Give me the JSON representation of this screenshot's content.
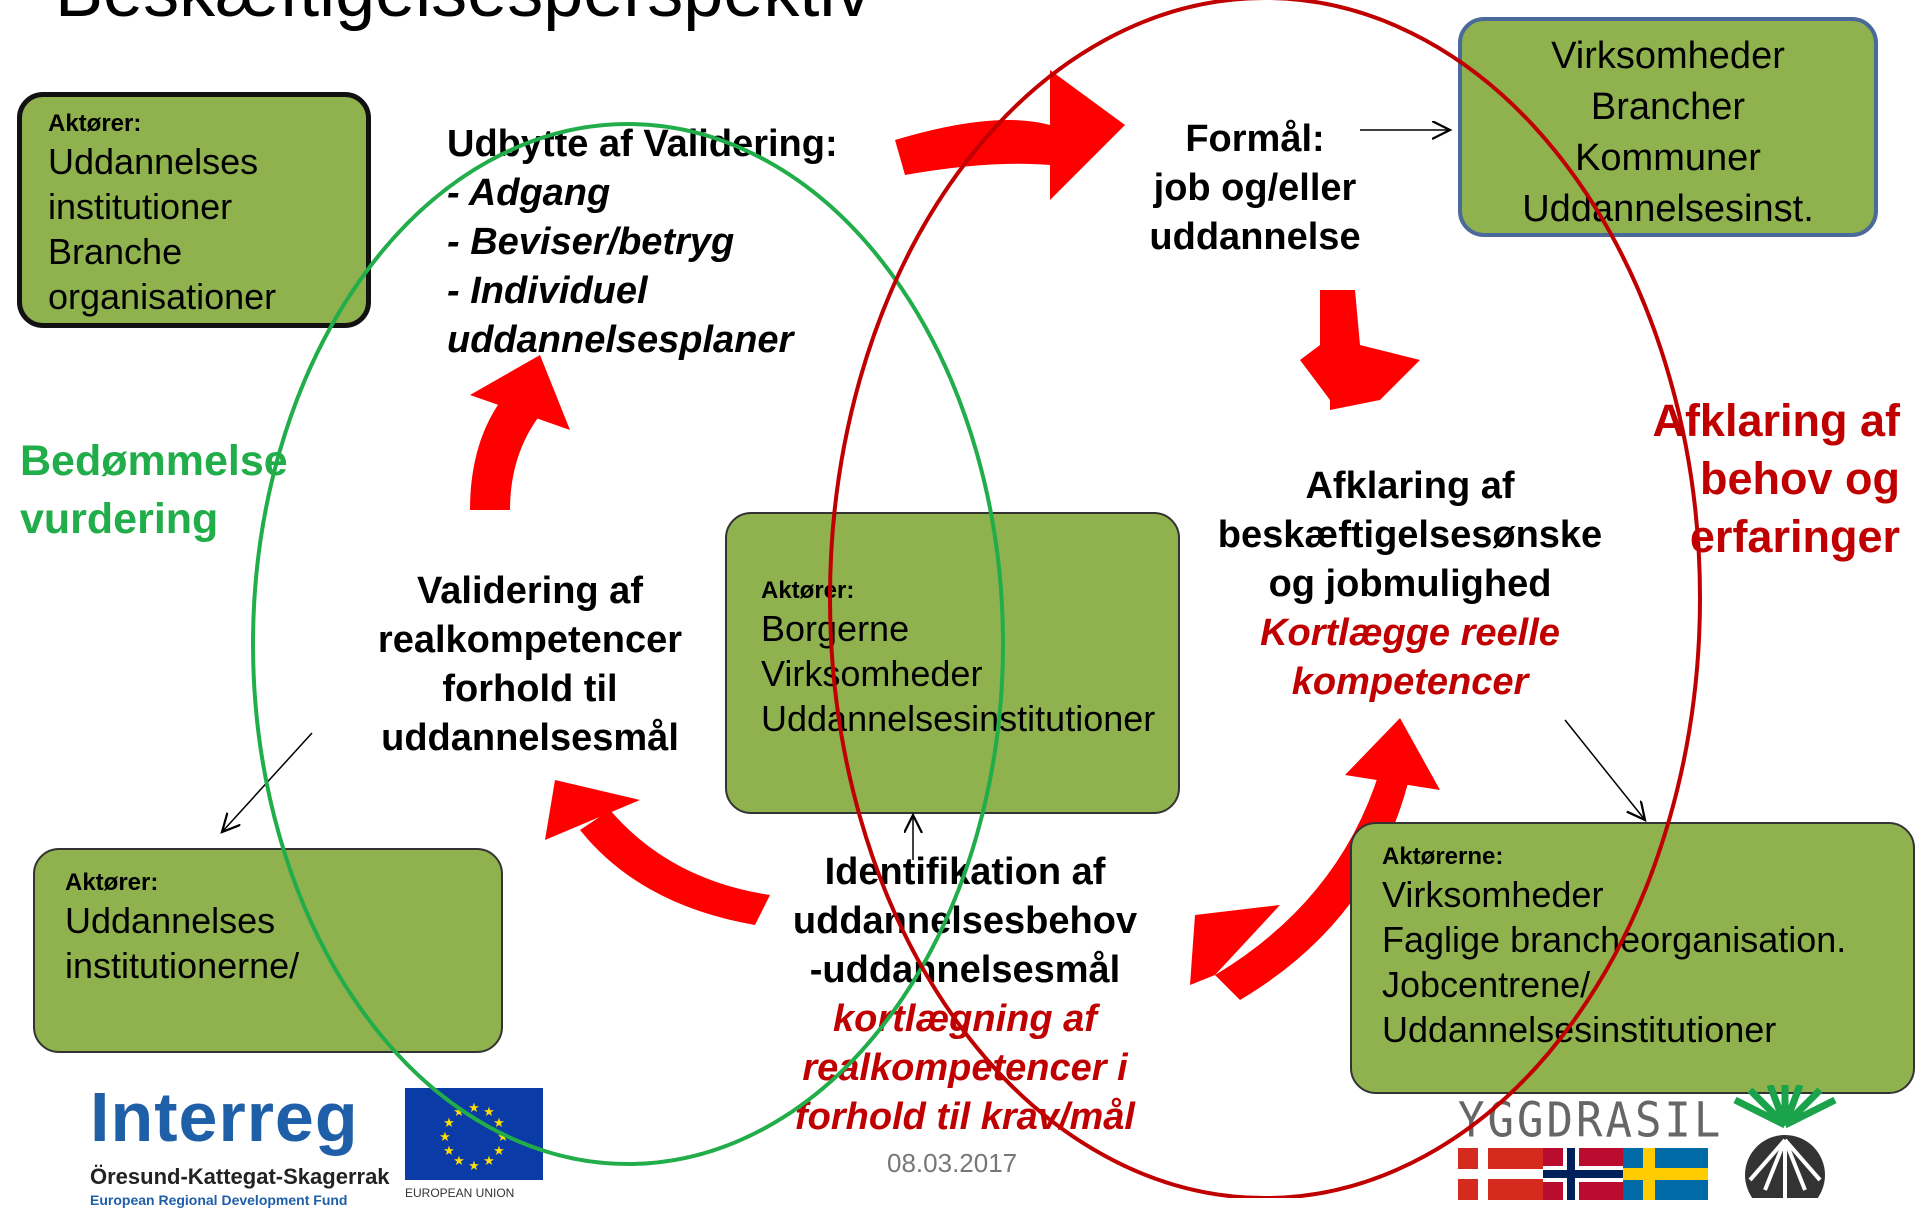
{
  "title": "Beskæftigelsesperspektiv",
  "boxes": {
    "top_left": {
      "label": "Aktører:",
      "lines": [
        "Uddannelses",
        "institutioner",
        "Branche",
        "organisationer"
      ]
    },
    "top_right": {
      "lines": [
        "Virksomheder",
        "Brancher",
        "Kommuner",
        "Uddannelsesinst."
      ]
    },
    "center": {
      "label": "Aktører:",
      "lines": [
        "Borgerne",
        "Virksomheder",
        "Uddannelsesinstitutioner"
      ]
    },
    "bottom_left": {
      "label": "Aktører:",
      "lines": [
        "Uddannelses",
        "institutionerne/"
      ]
    },
    "bottom_right": {
      "label": "Aktørerne:",
      "lines": [
        "Virksomheder",
        "Faglige brancheorganisation.",
        "Jobcentrene/",
        "Uddannelsesinstitutioner"
      ]
    }
  },
  "udbytte": {
    "heading": "Udbytte af Validering:",
    "items": [
      "- Adgang",
      "- Beviser/betryg",
      "- Individuel",
      "uddannelsesplaner"
    ]
  },
  "formaal": {
    "lines": [
      "Formål:",
      "job og/eller",
      "uddannelse"
    ]
  },
  "afklaring_center": {
    "lines": [
      "Afklaring af",
      "beskæftigelsesønske",
      "og jobmulighed"
    ],
    "red_lines": [
      "Kortlægge reelle",
      "kompetencer"
    ]
  },
  "validering": {
    "lines": [
      "Validering af",
      "realkompetencer",
      "forhold til",
      "uddannelsesmål"
    ]
  },
  "identifikation": {
    "lines": [
      "Identifikation af",
      "uddannelsesbehov",
      "-uddannelsesmål"
    ],
    "red_lines": [
      "kortlægning af",
      "realkompetencer i",
      "forhold til krav/mål"
    ]
  },
  "bedommelse": {
    "lines": [
      "Bedømmelse",
      "vurdering"
    ]
  },
  "afklaring_side": {
    "lines": [
      "Afklaring af",
      "behov og",
      "erfaringer"
    ]
  },
  "footer": {
    "date": "08.03.2017",
    "interreg": "Interreg",
    "interreg_region": "Öresund-Kattegat-Skagerrak",
    "interreg_fund": "European Regional Development Fund",
    "eu": "EUROPEAN UNION",
    "yggdrasil": "YGGDRASIL"
  },
  "colors": {
    "box_green": "#8fb14e",
    "arrow_red": "#ff0000",
    "ellipse_green": "#21ad49",
    "ellipse_red": "#c00000",
    "text_red": "#c00000",
    "eu_blue": "#0b3ba6",
    "eu_star": "#ffdd00",
    "interreg_blue": "#1f5fa8"
  }
}
